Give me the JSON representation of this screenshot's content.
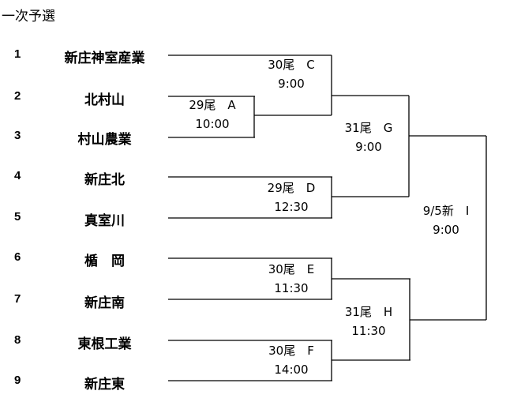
{
  "title": "一次予選",
  "teams": [
    {
      "seed": "1",
      "name": "新庄神室産業"
    },
    {
      "seed": "2",
      "name": "北村山"
    },
    {
      "seed": "3",
      "name": "村山農業"
    },
    {
      "seed": "4",
      "name": "新庄北"
    },
    {
      "seed": "5",
      "name": "真室川"
    },
    {
      "seed": "6",
      "name": "楯　岡"
    },
    {
      "seed": "7",
      "name": "新庄南"
    },
    {
      "seed": "8",
      "name": "東根工業"
    },
    {
      "seed": "9",
      "name": "新庄東"
    }
  ],
  "matches": {
    "A": {
      "venue": "29尾　A",
      "time": "10:00"
    },
    "C": {
      "venue": "30尾　C",
      "time": "9:00"
    },
    "D": {
      "venue": "29尾　D",
      "time": "12:30"
    },
    "E": {
      "venue": "30尾　E",
      "time": "11:30"
    },
    "F": {
      "venue": "30尾　F",
      "time": "14:00"
    },
    "G": {
      "venue": "31尾　G",
      "time": "9:00"
    },
    "H": {
      "venue": "31尾　H",
      "time": "11:30"
    },
    "I": {
      "venue": "9/5新　I",
      "time": "9:00"
    }
  }
}
